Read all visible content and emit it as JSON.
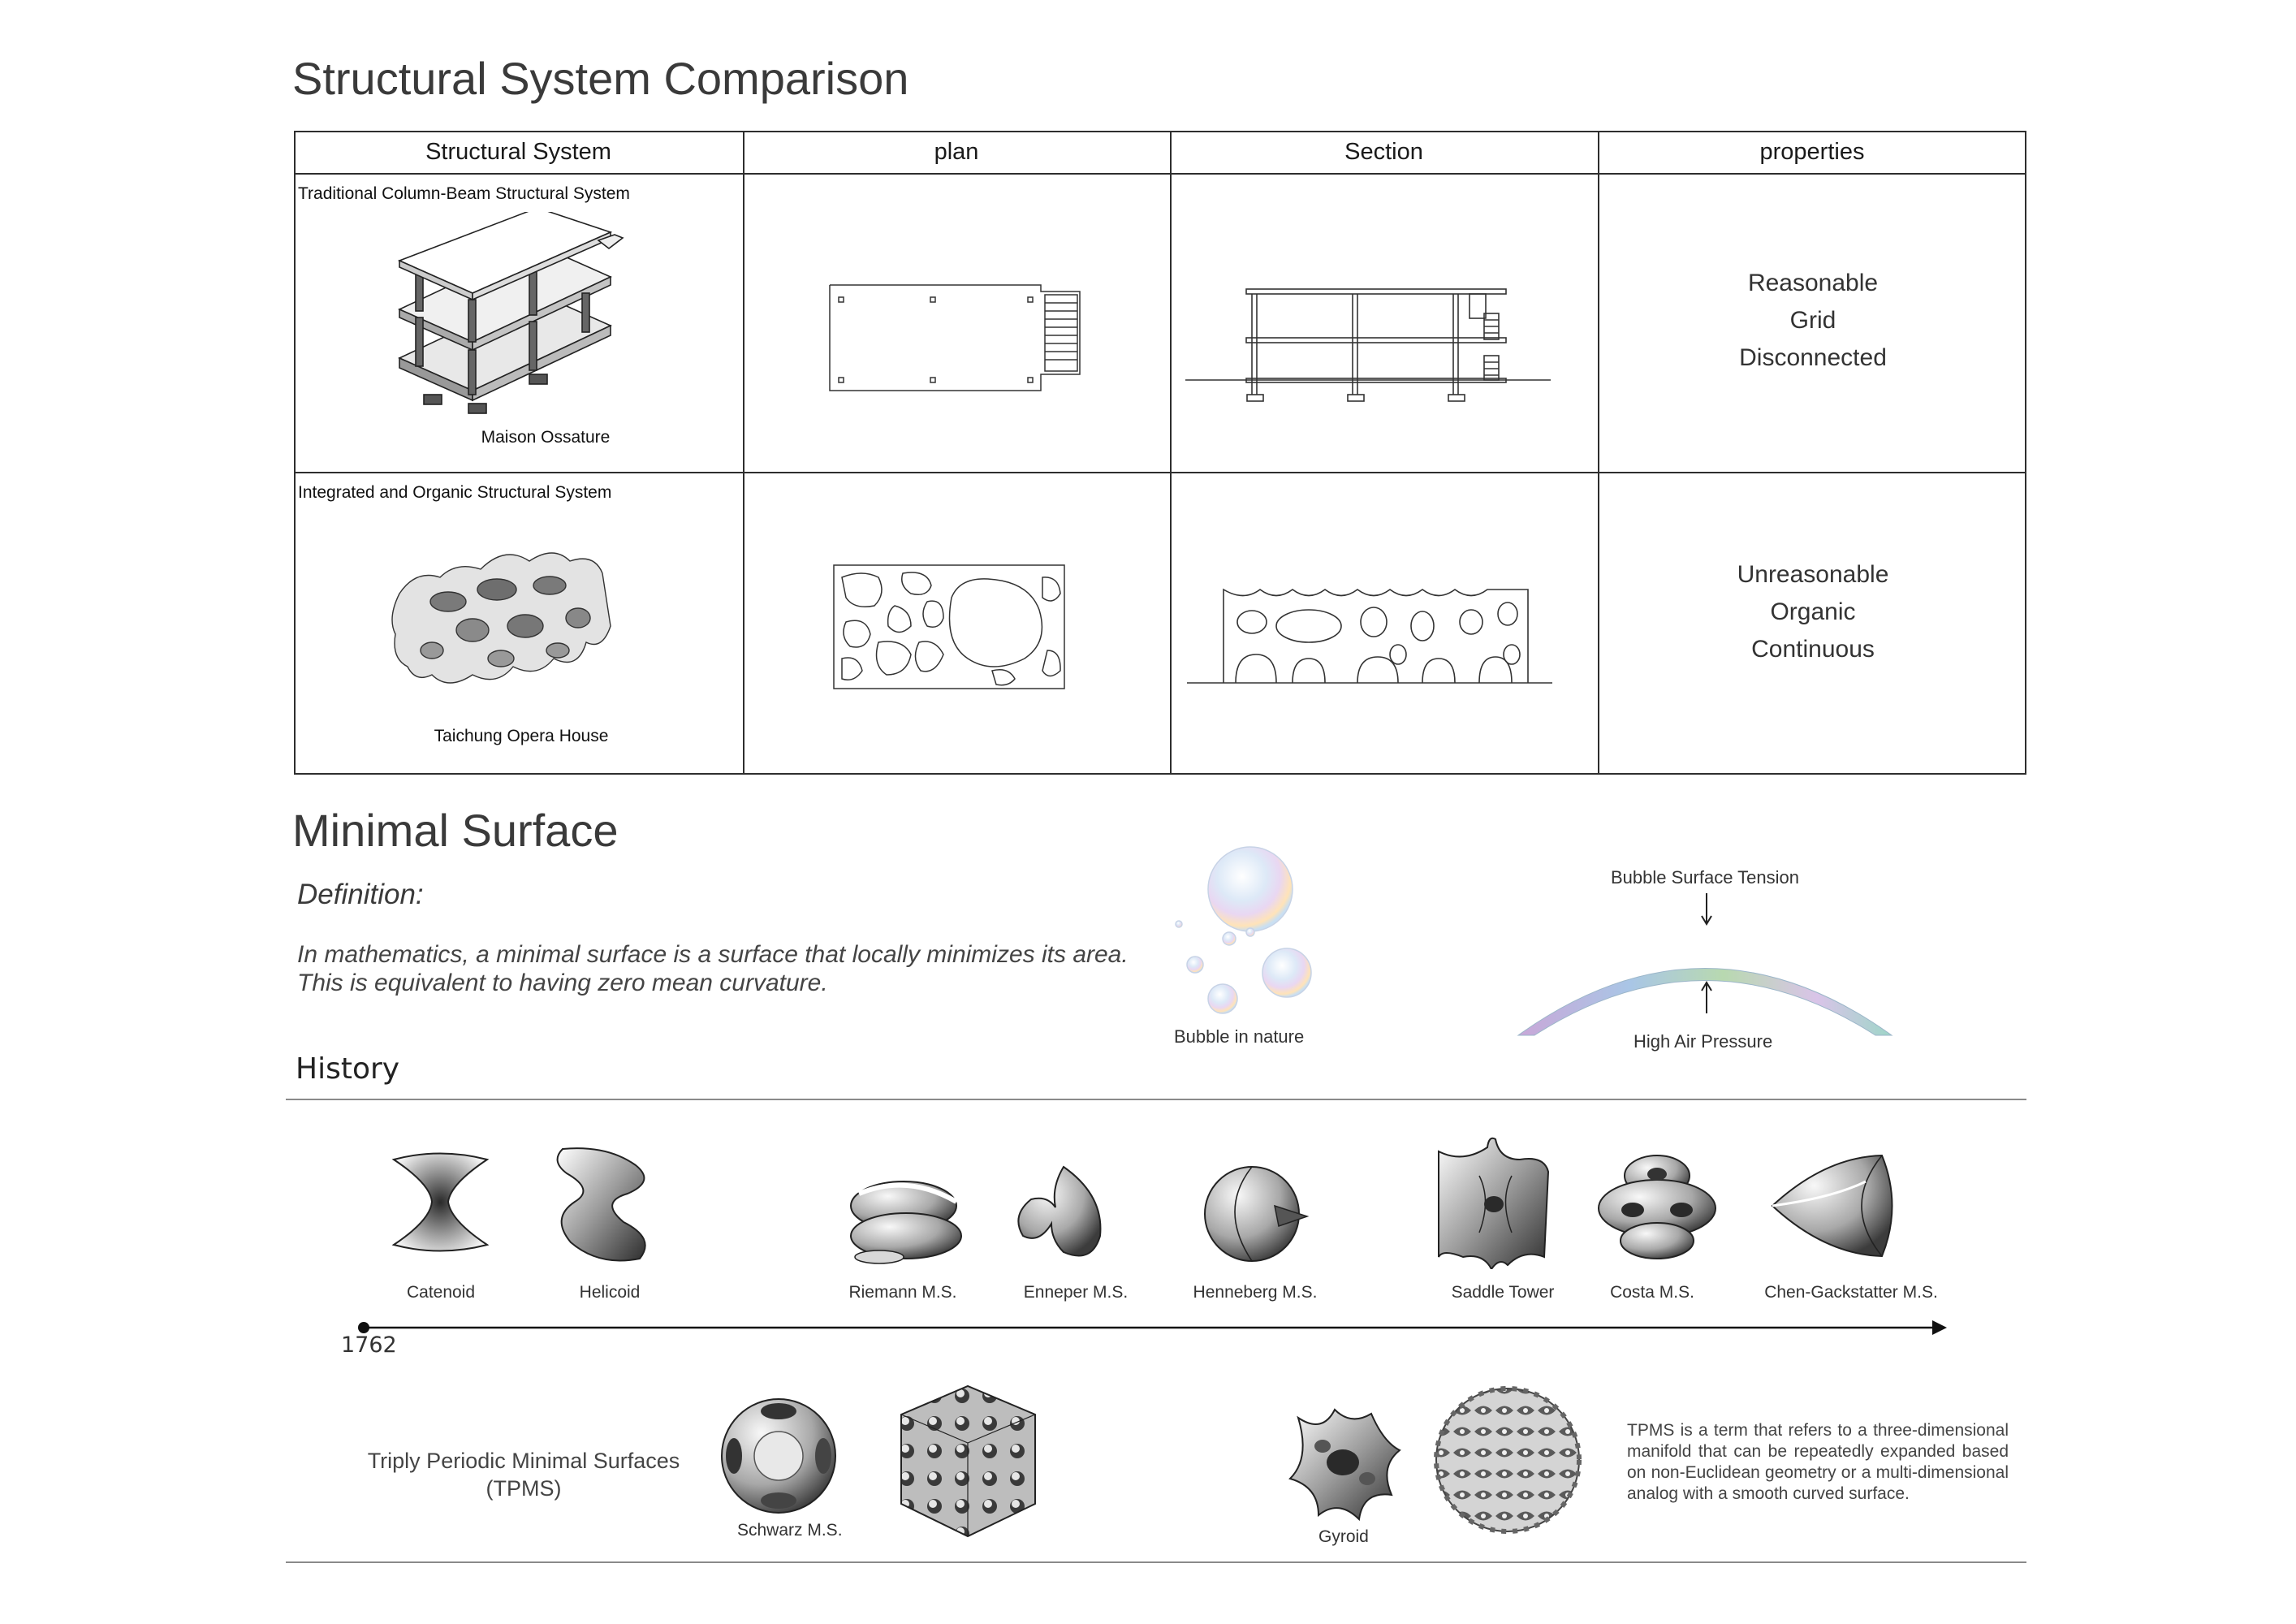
{
  "comparison": {
    "title": "Structural System Comparison",
    "headers": [
      "Structural System",
      "plan",
      "Section",
      "properties"
    ],
    "rows": [
      {
        "system": "Traditional Column-Beam Structural System",
        "example": "Maison Ossature",
        "properties": [
          "Reasonable",
          "Grid",
          "Disconnected"
        ]
      },
      {
        "system": "Integrated and Organic Structural System",
        "example": "Taichung Opera House",
        "properties": [
          "Unreasonable",
          "Organic",
          "Continuous"
        ]
      }
    ]
  },
  "minimal_surface": {
    "title": "Minimal Surface",
    "definition_label": "Definition:",
    "definition_lines": [
      "In mathematics, a minimal surface is a surface that locally minimizes its area.",
      "This is equivalent to having zero mean curvature."
    ],
    "bubble_caption": "Bubble in nature",
    "tension_label": "Bubble Surface Tension",
    "pressure_label": "High Air Pressure"
  },
  "history": {
    "title": "History",
    "start_year": "1762",
    "surfaces": [
      "Catenoid",
      "Helicoid",
      "Riemann M.S.",
      "Enneper M.S.",
      "Henneberg M.S.",
      "Saddle Tower",
      "Costa M.S.",
      "Chen-Gackstatter M.S."
    ],
    "tpms_label_line1": "Triply Periodic Minimal Surfaces",
    "tpms_label_line2": "(TPMS)",
    "schwarz_label": "Schwarz M.S.",
    "gyroid_label": "Gyroid",
    "tpms_description": "TPMS is a term that refers to a three-dimensional manifold that can be repeatedly expanded based on non-Euclidean geometry or a multi-dimensional analog with a smooth curved surface."
  }
}
